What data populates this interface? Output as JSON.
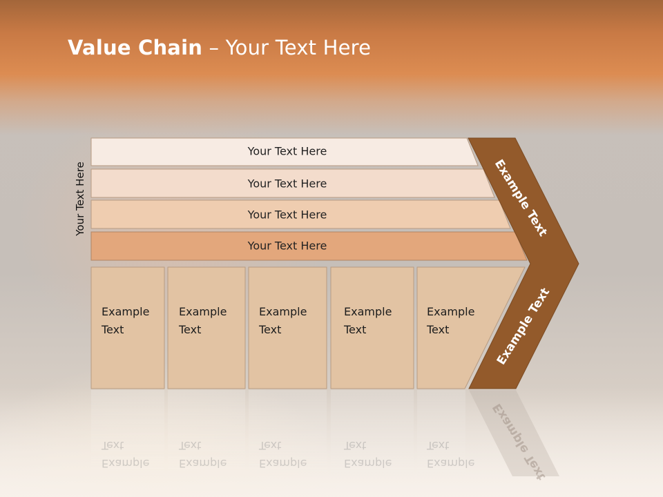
{
  "slide": {
    "title_bold": "Value Chain",
    "title_rest": " – Your Text Here",
    "side_label": "Your Text Here"
  },
  "bands": [
    {
      "label": "Your Text Here",
      "color": "#f7ebe3"
    },
    {
      "label": "Your Text Here",
      "color": "#f3dccc"
    },
    {
      "label": "Your Text Here",
      "color": "#efcdb0"
    },
    {
      "label": "Your Text Here",
      "color": "#e3a77c"
    }
  ],
  "cells": [
    {
      "line1": "Example",
      "line2": "Text"
    },
    {
      "line1": "Example",
      "line2": "Text"
    },
    {
      "line1": "Example",
      "line2": "Text"
    },
    {
      "line1": "Example",
      "line2": "Text"
    },
    {
      "line1": "Example",
      "line2": "Text"
    }
  ],
  "arrow": {
    "upper_label": "Example Text",
    "lower_label": "Example Text",
    "color": "#935a2b"
  },
  "colors": {
    "cell_fill": "#e2c3a3",
    "cell_border": "#b89b80",
    "header": "#d5854b"
  }
}
